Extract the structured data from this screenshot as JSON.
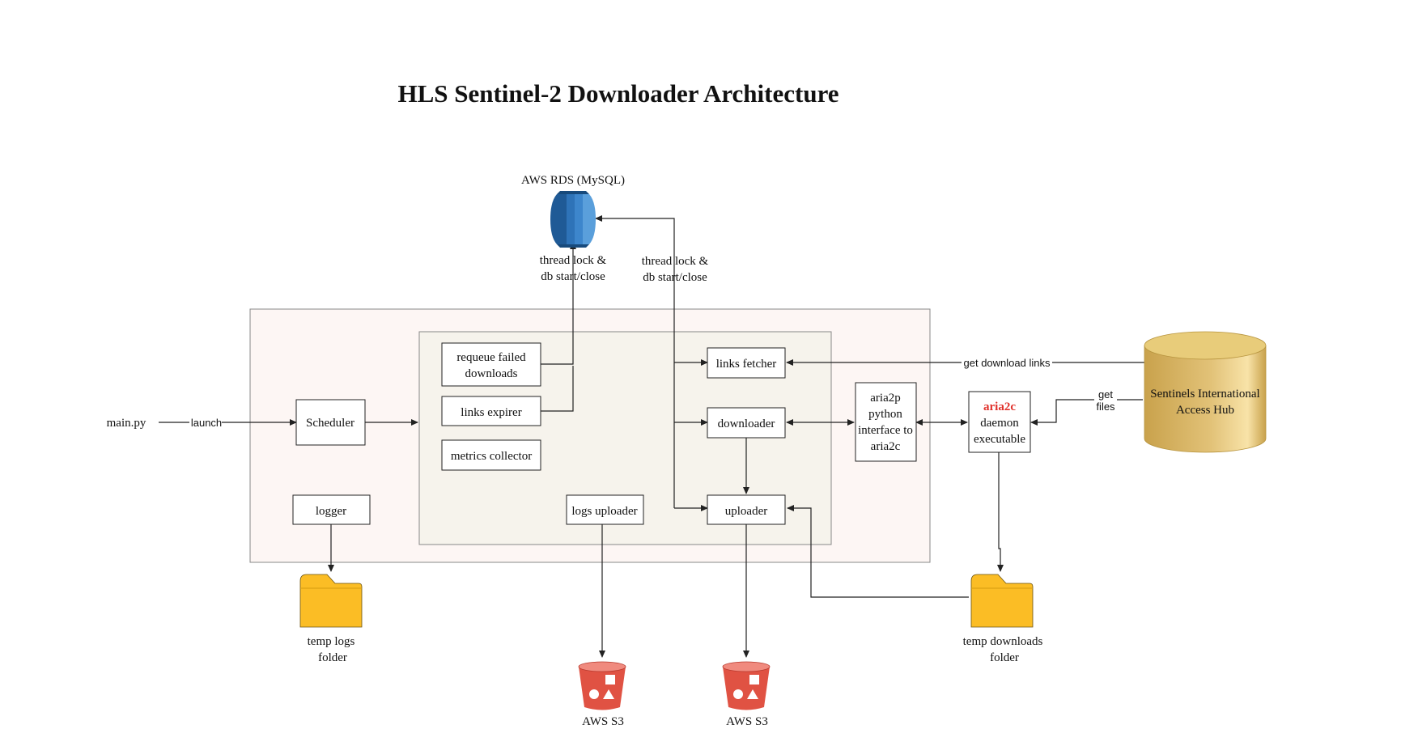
{
  "title": "HLS Sentinel-2 Downloader Architecture",
  "nodes": {
    "main_py": "main.py",
    "scheduler": "Scheduler",
    "logger": "logger",
    "requeue_1": "requeue failed",
    "requeue_2": "downloads",
    "links_expirer": "links expirer",
    "metrics_collector": "metrics collector",
    "logs_uploader": "logs uploader",
    "links_fetcher": "links fetcher",
    "downloader": "downloader",
    "uploader": "uploader",
    "aria2p_1": "aria2p",
    "aria2p_2": "python",
    "aria2p_3": "interface to",
    "aria2p_4": "aria2c",
    "aria2c_name": "aria2c",
    "aria2c_2": "daemon",
    "aria2c_3": "executable",
    "hub_1": "Sentinels International",
    "hub_2": "Access Hub",
    "rds": "AWS RDS (MySQL)",
    "temp_logs_1": "temp logs",
    "temp_logs_2": "folder",
    "temp_dl_1": "temp downloads",
    "temp_dl_2": "folder",
    "s3_a": "AWS S3",
    "s3_b": "AWS S3"
  },
  "edges": {
    "launch": "launch",
    "thread_lock_a1": "thread lock &",
    "thread_lock_a2": "db start/close",
    "thread_lock_b1": "thread lock &",
    "thread_lock_b2": "db start/close",
    "get_download_links": "get download links",
    "get_files_1": "get",
    "get_files_2": "files"
  },
  "colors": {
    "outer_container": "#fdf6f4",
    "inner_container": "#f6f3ec",
    "rds_blue": "#2e73b8",
    "s3_red": "#e05243",
    "folder_yellow": "#fbbd25",
    "hub_gold": "#d4b05a",
    "aria2c_red": "#e0302a"
  }
}
